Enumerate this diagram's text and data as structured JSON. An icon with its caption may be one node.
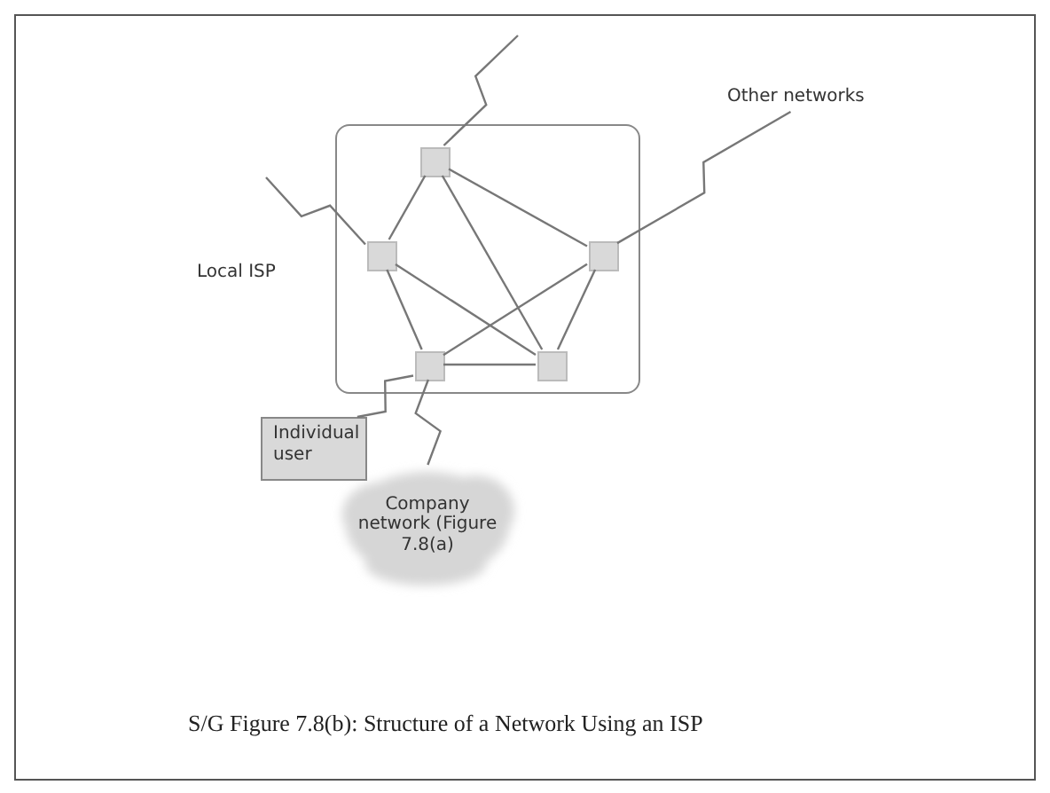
{
  "diagram": {
    "caption": "S/G Figure 7.8(b): Structure of a Network Using an ISP",
    "nodes": [
      {
        "text": [],
        "shape": "box",
        "beside": [
          "Local ISP"
        ]
      },
      {
        "text": [],
        "shape": "box",
        "in": 0
      },
      {
        "text": [],
        "shape": "box",
        "in": 0
      },
      {
        "text": [],
        "shape": "box",
        "in": 0
      },
      {
        "text": [],
        "shape": "box",
        "in": 0
      },
      {
        "text": [],
        "shape": "box",
        "in": 0
      },
      {
        "text": [
          "Individual user"
        ]
      },
      {
        "text": [
          "Company network (Figure 7.8(a)"
        ]
      },
      {
        "text": [
          "Other networks"
        ]
      }
    ],
    "edges": [
      {
        "from": 1,
        "to": 2,
        "arrow": "none"
      },
      {
        "from": 1,
        "to": 3,
        "arrow": "none"
      },
      {
        "from": 1,
        "to": 5,
        "arrow": "none"
      },
      {
        "from": 2,
        "to": 4,
        "arrow": "none"
      },
      {
        "from": 2,
        "to": 5,
        "arrow": "none"
      },
      {
        "from": 3,
        "to": 4,
        "arrow": "none"
      },
      {
        "from": 3,
        "to": 5,
        "arrow": "none"
      },
      {
        "from": 4,
        "to": 5,
        "arrow": "none"
      },
      {
        "from": null,
        "to": 1,
        "arrow": "none"
      },
      {
        "from": null,
        "to": 2,
        "arrow": "none"
      },
      {
        "from": 3,
        "to": 8,
        "arrow": "none"
      },
      {
        "from": 4,
        "to": 6,
        "arrow": "none"
      },
      {
        "from": 4,
        "to": 7,
        "arrow": "none"
      }
    ]
  }
}
